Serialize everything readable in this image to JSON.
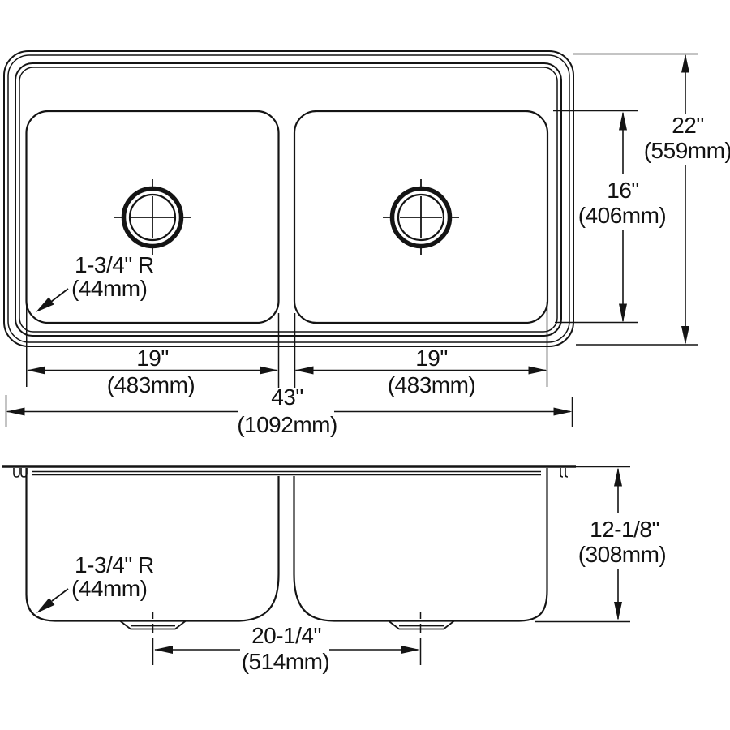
{
  "drawing": {
    "type": "sink-specification-diagram",
    "views": [
      "top-plan-view",
      "front-section-view"
    ],
    "line_color": "#141414",
    "background_color": "#ffffff",
    "top_view": {
      "overall_width": {
        "in": "43\"",
        "mm": "(1092mm)"
      },
      "overall_depth": {
        "in": "22\"",
        "mm": "(559mm)"
      },
      "bowl_depth": {
        "in": "16\"",
        "mm": "(406mm)"
      },
      "bowl_width_left": {
        "in": "19\"",
        "mm": "(483mm)"
      },
      "bowl_width_right": {
        "in": "19\"",
        "mm": "(483mm)"
      },
      "corner_radius": {
        "line1": "1-3/4\" R",
        "line2": "(44mm)"
      }
    },
    "side_view": {
      "bowl_height": {
        "in": "12-1/8\"",
        "mm": "(308mm)"
      },
      "drain_spacing": {
        "in": "20-1/4\"",
        "mm": "(514mm)"
      },
      "corner_radius": {
        "line1": "1-3/4\" R",
        "line2": "(44mm)"
      }
    }
  }
}
